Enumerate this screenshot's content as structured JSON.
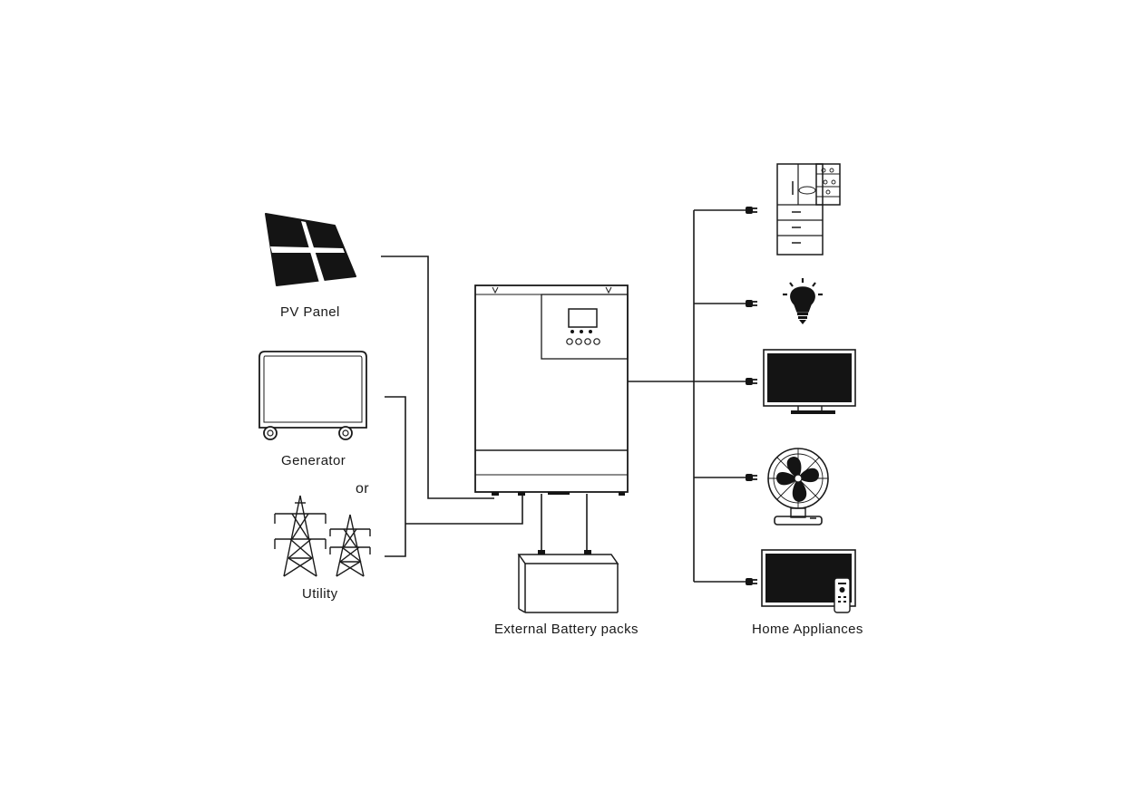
{
  "labels": {
    "pv_panel": "PV Panel",
    "generator": "Generator",
    "or": "or",
    "utility": "Utility",
    "battery": "External Battery packs",
    "home_appliances": "Home Appliances"
  },
  "colors": {
    "line": "#1a1a1a",
    "fill_dark": "#141414",
    "background": "#ffffff"
  },
  "icons": [
    "solar-panel-icon",
    "generator-icon",
    "transmission-tower-icon",
    "inverter-icon",
    "battery-icon",
    "refrigerator-icon",
    "light-bulb-icon",
    "television-icon",
    "fan-icon",
    "smart-tv-icon",
    "remote-control-icon",
    "plug-icon"
  ]
}
